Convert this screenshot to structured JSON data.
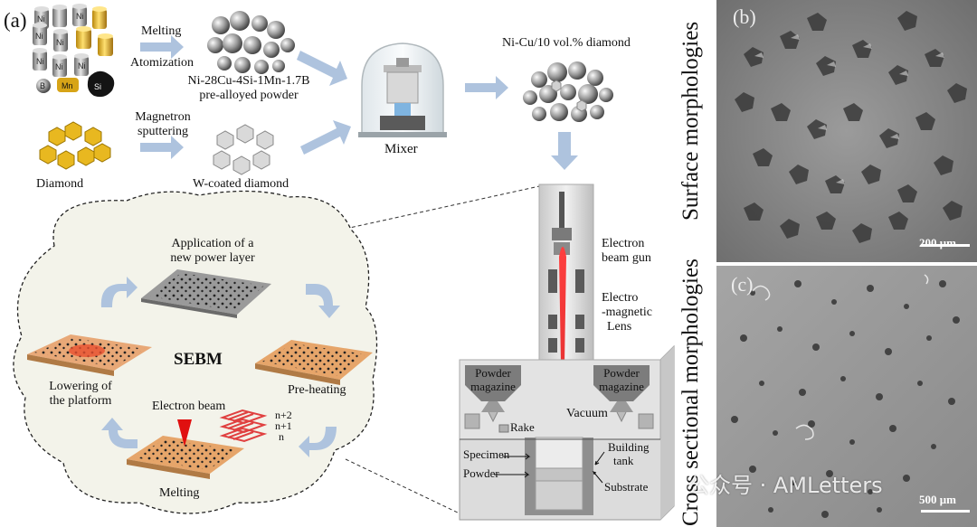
{
  "panel_a": {
    "label": "(a)",
    "elements": [
      "Ni",
      "Mn",
      "Si",
      "B"
    ],
    "melting": "Melting",
    "atomization": "Atomization",
    "prealloy_line1": "Ni-28Cu-4Si-1Mn-1.7B",
    "prealloy_line2": "pre-alloyed powder",
    "diamond": "Diamond",
    "magnetron_line1": "Magnetron",
    "magnetron_line2": "sputtering",
    "w_coated": "W-coated diamond",
    "mixer": "Mixer",
    "composite": "Ni-Cu/10 vol.% diamond"
  },
  "sebm": {
    "center": "SEBM",
    "application_line1": "Application of a",
    "application_line2": "new power layer",
    "preheating": "Pre-heating",
    "melting": "Melting",
    "electron_beam": "Electron beam",
    "lowering_line1": "Lowering of",
    "lowering_line2": "the platform",
    "layers": [
      "n+2",
      "n+1",
      "n"
    ]
  },
  "machine": {
    "gun_line1": "Electron",
    "gun_line2": "beam gun",
    "lens_line1": "Electro",
    "lens_line2": "-magnetic",
    "lens_line3": "Lens",
    "magazine_line1": "Powder",
    "magazine_line2": "magazine",
    "vacuum": "Vacuum",
    "rake": "Rake",
    "specimen": "Specimen",
    "powder": "Powder",
    "building_line1": "Building",
    "building_line2": "tank",
    "substrate": "Substrate"
  },
  "panel_b": {
    "label": "(b)",
    "side_label": "Surface morphologies",
    "scalebar": "200 μm"
  },
  "panel_c": {
    "label": "(c)",
    "side_label": "Cross sectional morphologies",
    "scalebar": "500 μm"
  },
  "watermark": "公众号 · AMLetters",
  "colors": {
    "arrow": "#aec3de",
    "beam": "#e01010",
    "plate": "#e6a56a",
    "gold": "#e8b820",
    "cloud": "#f3f3ea"
  }
}
